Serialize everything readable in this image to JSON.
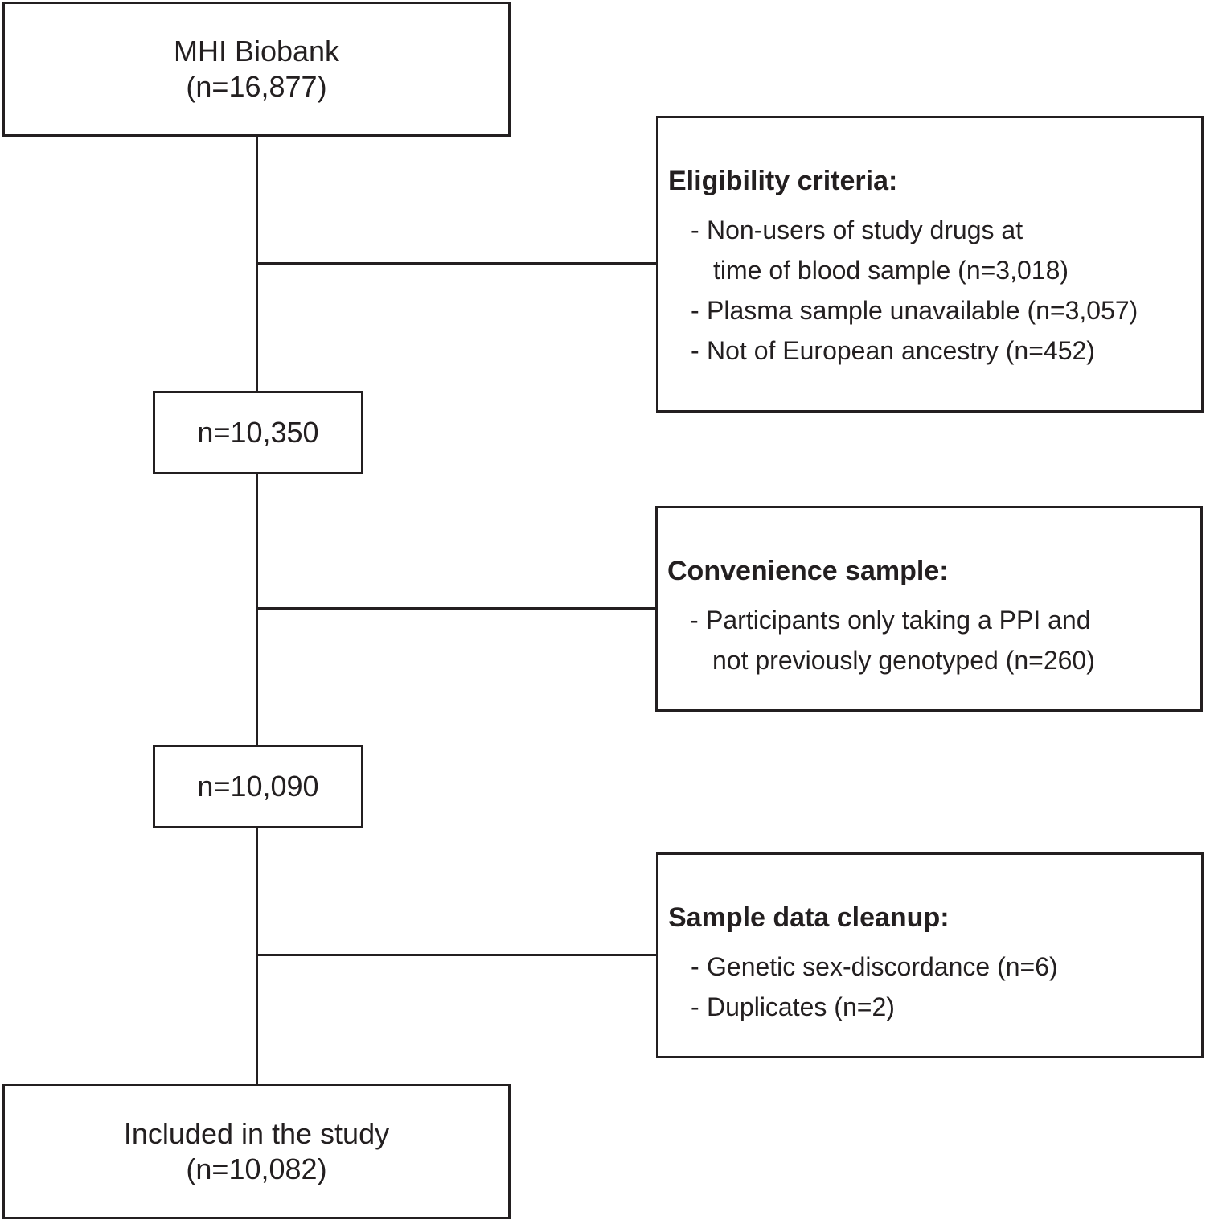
{
  "flow": {
    "start": {
      "title": "MHI Biobank",
      "count": "(n=16,877)"
    },
    "step1": {
      "count": "n=10,350"
    },
    "step2": {
      "count": "n=10,090"
    },
    "end": {
      "title": "Included in the study",
      "count": "(n=10,082)"
    }
  },
  "exclusions": {
    "eligibility": {
      "heading": "Eligibility criteria:",
      "items": [
        {
          "dash": "-",
          "line1": "Non-users of study drugs at",
          "line2": "time of blood sample (n=3,018)"
        },
        {
          "dash": "-",
          "line1": "Plasma sample unavailable (n=3,057)"
        },
        {
          "dash": "-",
          "line1": "Not of European ancestry (n=452)"
        }
      ]
    },
    "convenience": {
      "heading": "Convenience sample:",
      "items": [
        {
          "dash": "-",
          "line1": "Participants only taking a PPI and",
          "line2": "not previously genotyped (n=260)"
        }
      ]
    },
    "cleanup": {
      "heading": "Sample data cleanup:",
      "items": [
        {
          "dash": "-",
          "line1": "Genetic sex-discordance (n=6)"
        },
        {
          "dash": "-",
          "line1": "Duplicates (n=2)"
        }
      ]
    }
  },
  "colors": {
    "stroke": "#231f20",
    "background": "#ffffff"
  }
}
